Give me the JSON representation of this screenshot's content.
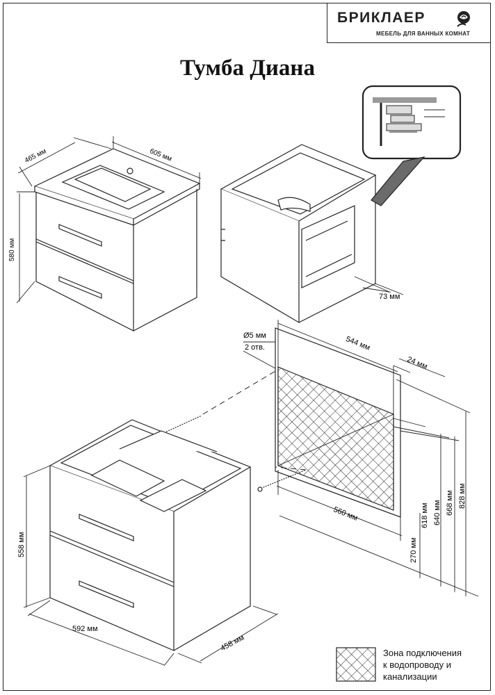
{
  "brand": {
    "name": "БРИКЛАЕР",
    "tagline": "МЕБЕЛЬ ДЛЯ ВАННЫХ КОМНАТ"
  },
  "title": "Тумба Диана",
  "dimensions": {
    "top_depth": "465 мм",
    "top_width": "605 мм",
    "top_height": "580 мм",
    "wall_gap": "73 мм",
    "hole_diameter": "Ø5 мм",
    "hole_count": "2 отв.",
    "mount_span": "544 мм",
    "offset": "24 мм",
    "zone_width": "560 мм",
    "h_270": "270 мм",
    "h_618": "618 мм",
    "h_640": "640 мм",
    "h_668": "668 мм",
    "h_828": "828 мм",
    "body_height": "558 мм",
    "body_width": "592 мм",
    "body_depth": "458 мм"
  },
  "legend": {
    "line1": "Зона подключения",
    "line2": "к водопроводу и",
    "line3": "канализации"
  },
  "colors": {
    "line": "#222222",
    "arrow": "#6b6b6b"
  }
}
